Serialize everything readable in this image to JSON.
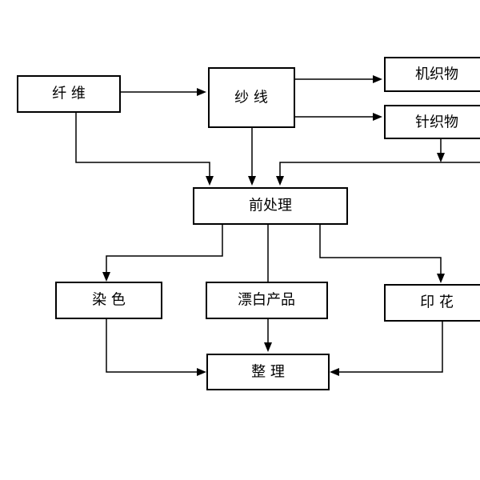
{
  "nodes": {
    "fiber": "纤 维",
    "yarn": "纱 线",
    "woven_fabric": "机织物",
    "knitted_fabric": "针织物",
    "pretreatment": "前处理",
    "dyeing": "染 色",
    "bleached_product": "漂白产品",
    "printing": "印 花",
    "finishing": "整 理"
  }
}
